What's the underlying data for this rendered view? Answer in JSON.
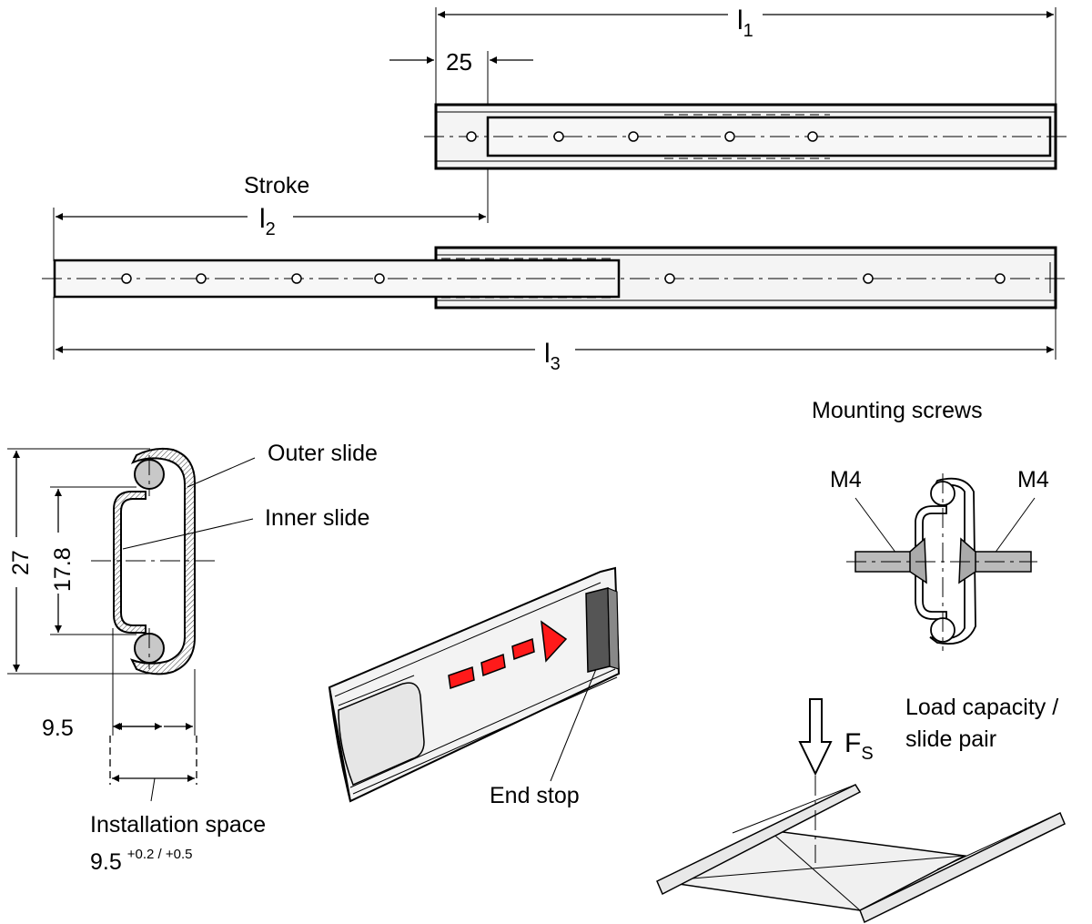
{
  "dimensions": {
    "l1": "l",
    "l1_sub": "1",
    "l2": "l",
    "l2_sub": "2",
    "l3": "l",
    "l3_sub": "3",
    "offset_25": "25",
    "height_27": "27",
    "height_17_8": "17.8",
    "width_9_5": "9.5",
    "install_value": "9.5",
    "install_tolerance": "+0.2 / +0.5"
  },
  "labels": {
    "stroke": "Stroke",
    "outer_slide": "Outer slide",
    "inner_slide": "Inner slide",
    "installation_space": "Installation space",
    "end_stop": "End stop",
    "mounting_screws": "Mounting screws",
    "m4_left": "M4",
    "m4_right": "M4",
    "load_capacity_line1": "Load capacity /",
    "load_capacity_line2": "slide pair",
    "force_symbol": "F",
    "force_sub": "S"
  },
  "colors": {
    "arrow_red": "#ff1a1a",
    "slide_fill": "#eeeeee",
    "stop_fill": "#555555",
    "screw_fill": "#bbbbbb"
  }
}
